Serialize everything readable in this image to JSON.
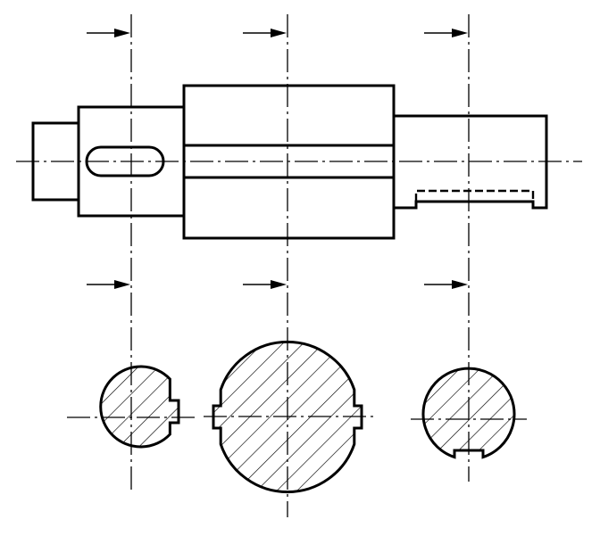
{
  "drawing": {
    "sections": [
      {
        "id": "left",
        "keyway": "right"
      },
      {
        "id": "middle",
        "keyway": "both"
      },
      {
        "id": "right",
        "keyway": "bottom"
      }
    ]
  }
}
